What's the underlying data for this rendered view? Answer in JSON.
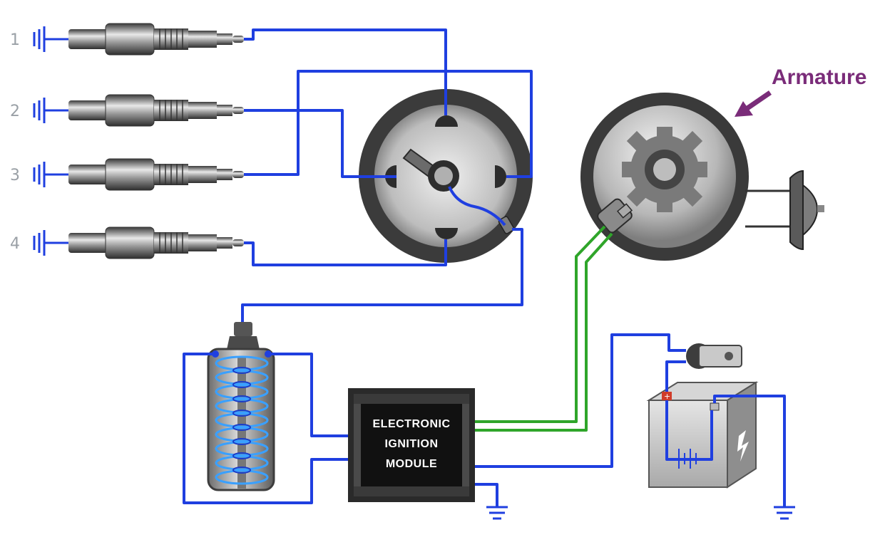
{
  "diagram": {
    "spark_plugs": [
      {
        "number": "1"
      },
      {
        "number": "2"
      },
      {
        "number": "3"
      },
      {
        "number": "4"
      }
    ],
    "armature_label": "Armature",
    "module": {
      "line1": "ELECTRONIC",
      "line2": "IGNITION",
      "line3": "MODULE"
    },
    "colors": {
      "wire_primary": "#1f3fe0",
      "wire_signal": "#2fa52a",
      "armature_label": "#7a2c79",
      "plug_number": "#9aa0a6",
      "coil_winding": "#3aa0ff"
    }
  }
}
